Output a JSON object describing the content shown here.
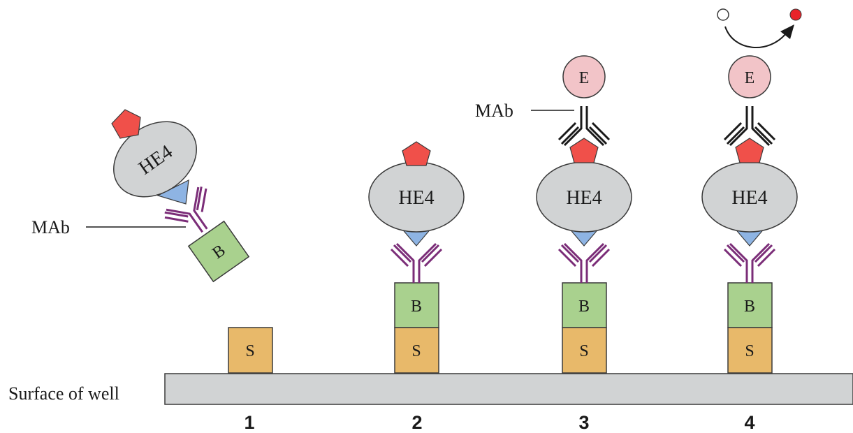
{
  "labels": {
    "surface": "Surface of well",
    "mab": "MAb",
    "he4": "HE4",
    "substrate": "S",
    "biotin": "B",
    "enzyme": "E"
  },
  "steps": [
    "1",
    "2",
    "3",
    "4"
  ],
  "colors": {
    "substrate": "#e8b96a",
    "biotin": "#a9d18e",
    "he4": "#d1d3d4",
    "epitope_triangle": "#8eb4e3",
    "pentagon": "#f0504a",
    "enzyme": "#f2c4c8",
    "capture_antibody": "#7b2d78",
    "detection_antibody": "#1a1a1a",
    "surface": "#d1d3d4",
    "product_dot": "#e8232a"
  }
}
